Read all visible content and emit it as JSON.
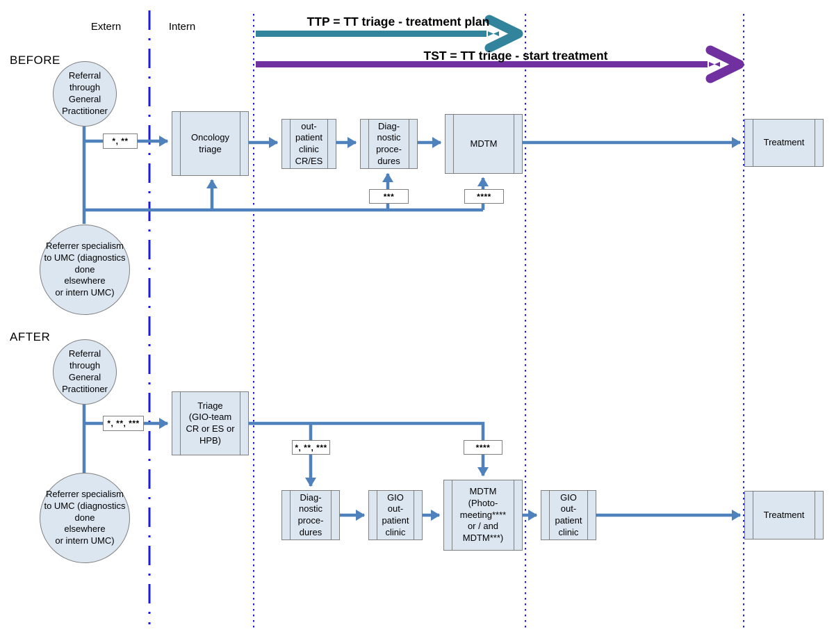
{
  "diagram": {
    "lanes": {
      "extern": "Extern",
      "intern": "Intern"
    },
    "timelines": {
      "ttp": {
        "label": "TTP = TT triage - treatment plan",
        "color": "#31849b"
      },
      "tst": {
        "label": "TST = TT triage - start treatment",
        "color": "#7030a0"
      }
    },
    "colors": {
      "connector": "#4f81bd",
      "guide": "#1a1ae6",
      "shape_fill": "#dce6f1",
      "shape_border": "#7f7f7f"
    },
    "before": {
      "title": "BEFORE",
      "gp_circle": "Referral\nthrough\nGeneral\nPractitioner",
      "referrer_circle": "Referrer specialism\nto UMC (diagnostics\ndone\nelsewhere\nor intern UMC)",
      "note_referral": "*, **",
      "note_diagnostics": "***",
      "note_mdtm": "****",
      "steps": {
        "oncology_triage": "Oncology\ntriage",
        "outpatient_clinic": "out-\npatient\nclinic\nCR/ES",
        "diagnostic_procedures": "Diag-\nnostic\nproce-\ndures",
        "mdtm": "MDTM",
        "treatment": "Treatment"
      }
    },
    "after": {
      "title": "AFTER",
      "gp_circle": "Referral\nthrough\nGeneral\nPractitioner",
      "referrer_circle": "Referrer specialism\nto UMC (diagnostics\ndone\nelsewhere\nor intern UMC)",
      "note_referral": "*, **, ***",
      "note_diagnostics": "*, **, ***",
      "note_mdtm": "****",
      "steps": {
        "triage": "Triage\n(GIO-team\nCR or ES or\nHPB)",
        "diagnostic_procedures": "Diag-\nnostic\nproce-\ndures",
        "gio_outpatient_1": "GIO\nout-\npatient\nclinic",
        "mdtm": "MDTM\n(Photo-\nmeeting****\nor / and\nMDTM***)",
        "gio_outpatient_2": "GIO\nout-\npatient\nclinic",
        "treatment": "Treatment"
      }
    }
  }
}
